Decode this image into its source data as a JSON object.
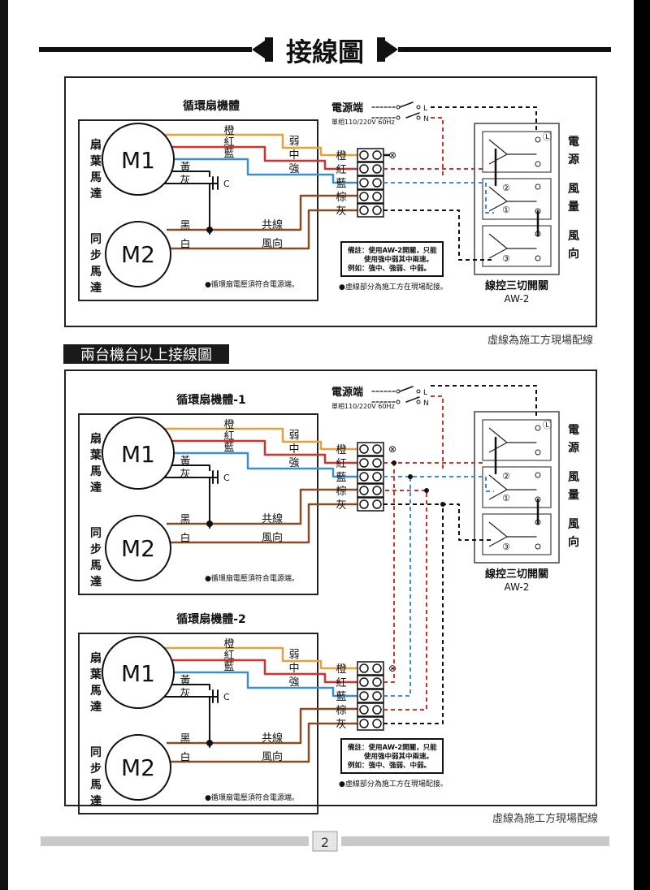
{
  "page_title": "接線圖",
  "section2_title": "兩台機台以上接線圖",
  "page_number": "2",
  "dashed_note": "虛線為施工方現場配線",
  "colors": {
    "orange": "#e8a13a",
    "red": "#d9302a",
    "blue": "#3a8fd0",
    "brown": "#8b4a22",
    "black": "#111111",
    "grey": "#777777"
  },
  "unit": {
    "body_title": "循環扇機體",
    "body_title_1": "循環扇機體-1",
    "body_title_2": "循環扇機體-2",
    "m1_name": "M1",
    "m2_name": "M2",
    "m1_label": [
      "扇",
      "葉",
      "馬",
      "達"
    ],
    "m2_label": [
      "同",
      "步",
      "馬",
      "達"
    ],
    "wires_top": [
      "橙",
      "紅",
      "藍"
    ],
    "wires_mid": [
      "黃",
      "灰"
    ],
    "wires_bottom": [
      "黑",
      "白"
    ],
    "speeds": [
      "弱",
      "中",
      "強"
    ],
    "common": "共線",
    "direction": "風向",
    "voltage_note": "●循環扇電壓須符合電源端。",
    "terminals": [
      "橙",
      "紅",
      "藍",
      "棕",
      "灰"
    ],
    "power_label": "電源端",
    "power_sub": "單相110/220V 60Hz",
    "L": "L",
    "N": "N"
  },
  "note_box": {
    "line1": "備註：使用AW-2開關，只能",
    "line2": "使用強中弱其中兩速。",
    "line3": "例如：強中、強弱、中弱。"
  },
  "dashed_field_note": "●虛線部分為施工方在現場配接。",
  "switch": {
    "name": "線控三切開關",
    "model": "AW-2",
    "side_labels": [
      [
        "電",
        "源"
      ],
      [
        "風",
        "量"
      ],
      [
        "風",
        "向"
      ]
    ],
    "pos_marks": [
      "②",
      "①",
      "③"
    ]
  }
}
